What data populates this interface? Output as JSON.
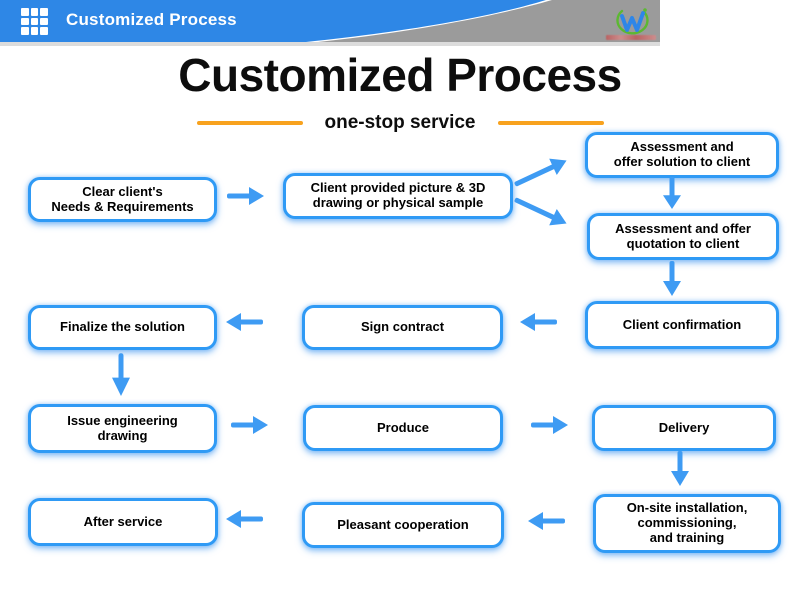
{
  "header": {
    "title": "Customized Process",
    "logo": "company-logo"
  },
  "title": {
    "heading": "Customized Process",
    "subtitle": "one-stop service"
  },
  "colors": {
    "header_blue": "#2E87E6",
    "header_gray": "#9B9B9B",
    "node_border_blue": "#2F9AF5",
    "arrow_blue": "#3E9BF3",
    "accent_orange": "#F8A21E"
  },
  "flow": {
    "nodes": [
      {
        "id": "clear-needs",
        "label": "Clear client's\nNeeds & Requirements"
      },
      {
        "id": "client-provided",
        "label": "Client provided picture & 3D\ndrawing or physical sample"
      },
      {
        "id": "assessment-solution",
        "label": "Assessment and\noffer solution to client"
      },
      {
        "id": "assessment-quotation",
        "label": "Assessment and offer\nquotation to client"
      },
      {
        "id": "client-confirmation",
        "label": "Client confirmation"
      },
      {
        "id": "sign-contract",
        "label": "Sign contract"
      },
      {
        "id": "finalize-solution",
        "label": "Finalize the solution"
      },
      {
        "id": "issue-drawing",
        "label": "Issue engineering\ndrawing"
      },
      {
        "id": "produce",
        "label": "Produce"
      },
      {
        "id": "delivery",
        "label": "Delivery"
      },
      {
        "id": "onsite-installation",
        "label": "On-site installation,\ncommissioning,\nand training"
      },
      {
        "id": "pleasant-cooperation",
        "label": "Pleasant cooperation"
      },
      {
        "id": "after-service",
        "label": "After service"
      }
    ],
    "edges": [
      {
        "from": "clear-needs",
        "to": "client-provided",
        "direction": "right"
      },
      {
        "from": "client-provided",
        "to": "assessment-solution",
        "direction": "up-right"
      },
      {
        "from": "client-provided",
        "to": "assessment-quotation",
        "direction": "down-right"
      },
      {
        "from": "assessment-solution",
        "to": "assessment-quotation",
        "direction": "down"
      },
      {
        "from": "assessment-quotation",
        "to": "client-confirmation",
        "direction": "down"
      },
      {
        "from": "client-confirmation",
        "to": "sign-contract",
        "direction": "left"
      },
      {
        "from": "sign-contract",
        "to": "finalize-solution",
        "direction": "left"
      },
      {
        "from": "finalize-solution",
        "to": "issue-drawing",
        "direction": "down"
      },
      {
        "from": "issue-drawing",
        "to": "produce",
        "direction": "right"
      },
      {
        "from": "produce",
        "to": "delivery",
        "direction": "right"
      },
      {
        "from": "delivery",
        "to": "onsite-installation",
        "direction": "down"
      },
      {
        "from": "onsite-installation",
        "to": "pleasant-cooperation",
        "direction": "left"
      },
      {
        "from": "pleasant-cooperation",
        "to": "after-service",
        "direction": "left"
      }
    ]
  }
}
